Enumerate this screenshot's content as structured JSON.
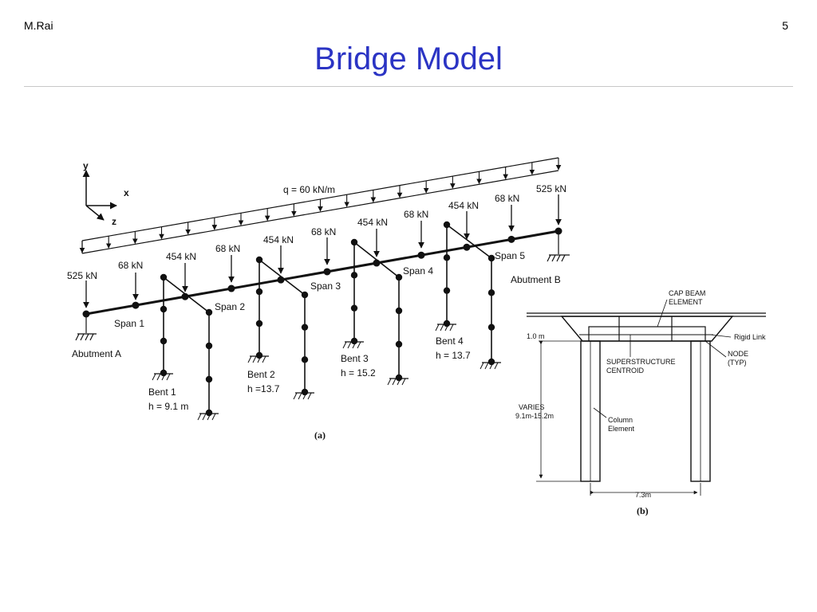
{
  "slide": {
    "author": "M.Rai",
    "page_number": "5",
    "title": "Bridge Model"
  },
  "figure_a": {
    "caption": "(a)",
    "axes": {
      "y": "y",
      "x": "x",
      "z": "z"
    },
    "distributed_load": "q = 60 kN/m",
    "abutment_a": {
      "label": "Abutment A",
      "load": "525 kN"
    },
    "abutment_b": {
      "label": "Abutment B",
      "load": "525 kN"
    },
    "spans": [
      "Span 1",
      "Span 2",
      "Span 3",
      "Span 4",
      "Span 5"
    ],
    "span_loads": [
      "68 kN",
      "68 kN",
      "68 kN",
      "68 kN",
      "68 kN"
    ],
    "bent_loads": [
      "454 kN",
      "454 kN",
      "454 kN",
      "454 kN"
    ],
    "bents": [
      {
        "name": "Bent 1",
        "height": "h = 9.1 m"
      },
      {
        "name": "Bent 2",
        "height": "h =13.7"
      },
      {
        "name": "Bent 3",
        "height": "h = 15.2"
      },
      {
        "name": "Bent 4",
        "height": "h = 13.7"
      }
    ]
  },
  "figure_b": {
    "caption": "(b)",
    "cap_beam_1": "CAP BEAM",
    "cap_beam_2": "ELEMENT",
    "depth": "1.0 m",
    "rigid_link": "Rigid Link",
    "node_1": "NODE",
    "node_2": "(TYP)",
    "centroid_1": "SUPERSTRUCTURE",
    "centroid_2": "CENTROID",
    "varies_1": "VARIES",
    "varies_2": "9.1m-15.2m",
    "column_1": "Column",
    "column_2": "Element",
    "width": "7.3m"
  }
}
